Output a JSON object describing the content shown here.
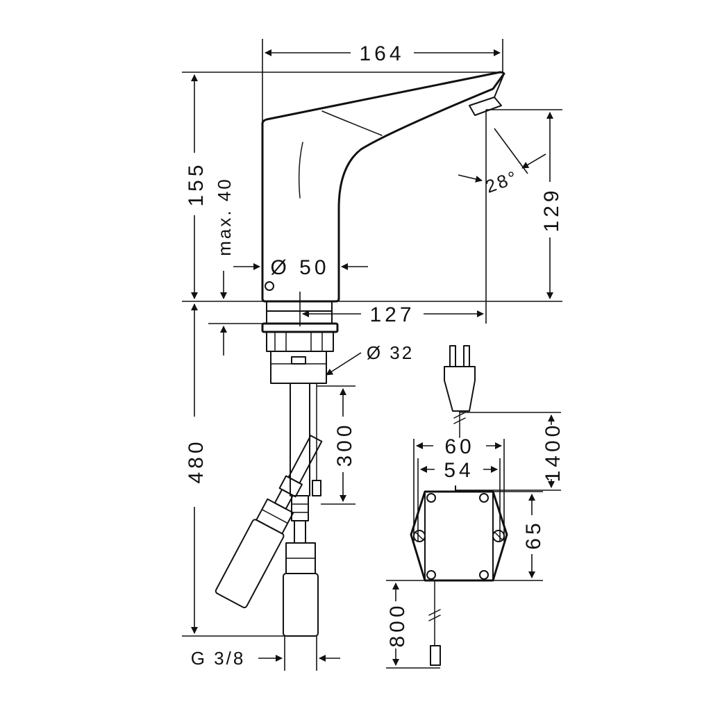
{
  "dimensions": {
    "d164": "164",
    "d155": "155",
    "d129": "129",
    "max40": "max. 40",
    "dia50": "Ø 50",
    "d127": "127",
    "dia32": "Ø 32",
    "d300": "300",
    "d480": "480",
    "d60": "60",
    "d54": "54",
    "d1400": "1400",
    "d65": "65",
    "d800": "800",
    "angle": "28°",
    "thread": "G 3/8"
  }
}
